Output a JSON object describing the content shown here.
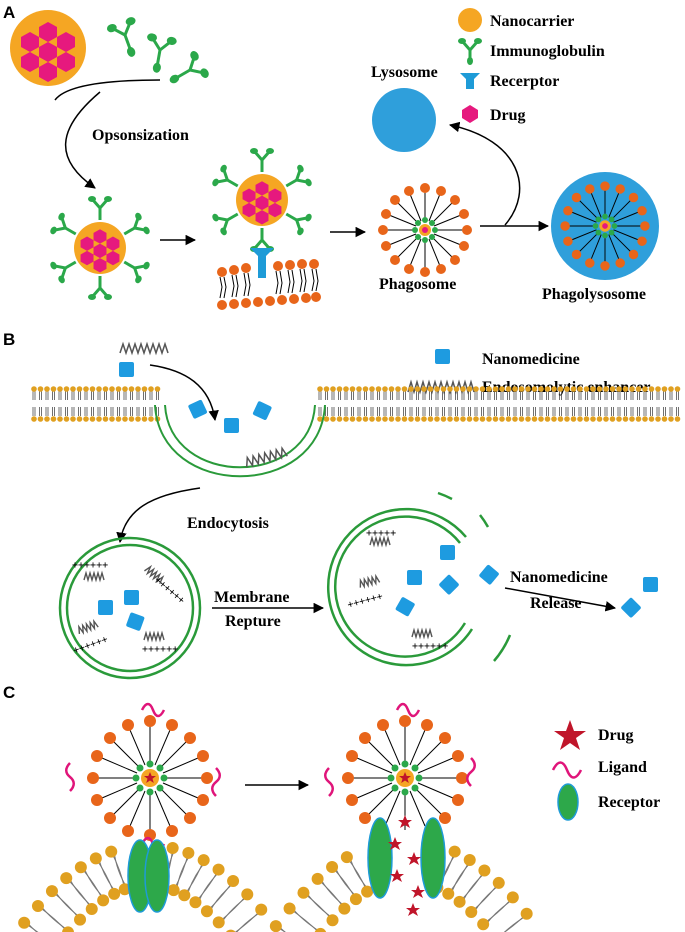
{
  "panels": {
    "a": {
      "letter": "A",
      "legend": [
        {
          "label": "Nanocarrier",
          "icon": "nanocarrier-icon"
        },
        {
          "label": "Immunoglobulin",
          "icon": "immunoglobulin-icon"
        },
        {
          "label": "Recerptor",
          "icon": "receptor-icon"
        },
        {
          "label": "Drug",
          "icon": "drug-icon"
        }
      ],
      "labels": {
        "opsonization": "Opsonsization",
        "lysosome": "Lysosome",
        "phagosome": "Phagosome",
        "phagolysosome": "Phagolysosome"
      }
    },
    "b": {
      "letter": "B",
      "legend": [
        {
          "label": "Nanomedicine",
          "icon": "nanomedicine-icon"
        },
        {
          "label": "Endosomolytic enhancer",
          "icon": "enhancer-spring-icon"
        }
      ],
      "labels": {
        "endocytosis": "Endocytosis",
        "membrane_1": "Membrane",
        "membrane_2": "Repture",
        "release_1": "Nanomedicine",
        "release_2": "Release"
      }
    },
    "c": {
      "letter": "C",
      "legend": [
        {
          "label": "Drug",
          "icon": "star-drug-icon"
        },
        {
          "label": "Ligand",
          "icon": "ligand-icon"
        },
        {
          "label": "Receptor",
          "icon": "receptor-ellipse-icon"
        }
      ]
    }
  },
  "colors": {
    "nanocarrier": "#F5A623",
    "drug": "#E6197E",
    "immunoglobulin": "#2BA84A",
    "receptor": "#1E9BD7",
    "lysosome": "#2F9FDB",
    "lipid_head": "#E8651A",
    "membrane_head": "#E0A020",
    "endosome": "#2A9A3A",
    "nanomedicine": "#1E9BE0",
    "star": "#C0152A",
    "ligand": "#E0157A",
    "receptor_c": "#2DA84A"
  }
}
